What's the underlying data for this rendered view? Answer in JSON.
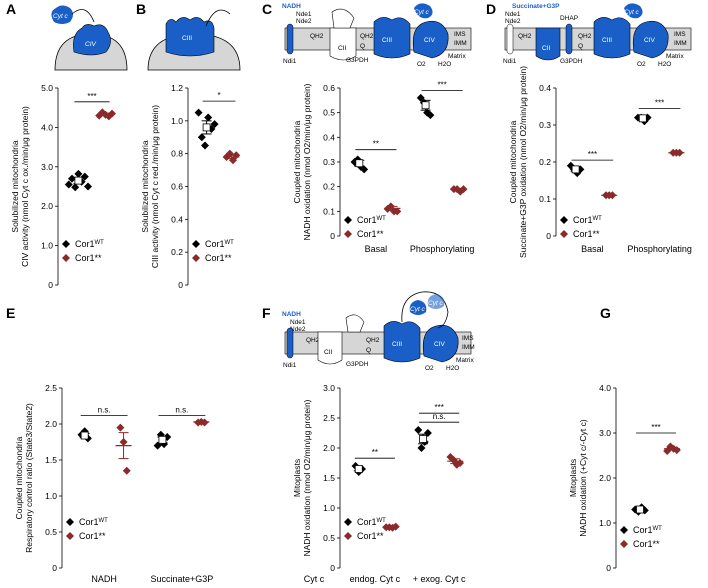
{
  "colors": {
    "wt": "#000000",
    "mut": "#8b2a2a",
    "blue": "#1a5fc8",
    "membrane": "#d6d6d6"
  },
  "chart_data": [
    {
      "id": "A",
      "type": "scatter",
      "ylabel_lines": [
        "Solubilized mitochondria",
        "CIV activity (nmol Cyt c ox./min/μg protein)"
      ],
      "ylim": [
        0,
        5
      ],
      "yticks": [
        "0",
        "1.0",
        "2.0",
        "3.0",
        "4.0",
        "5.0"
      ],
      "categories": [
        ""
      ],
      "series": [
        {
          "name": "Cor1WT",
          "x": [
            0
          ],
          "values": [
            [
              2.55,
              2.7,
              2.48,
              2.82,
              2.62,
              2.75,
              2.5
            ]
          ],
          "mean": [
            2.65
          ],
          "sem": [
            0.08
          ]
        },
        {
          "name": "Cor1**",
          "x": [
            1
          ],
          "values": [
            [
              4.3,
              4.38,
              4.32,
              4.28,
              4.35
            ]
          ],
          "mean": [
            4.33
          ],
          "sem": [
            0.03
          ]
        }
      ],
      "sig": [
        {
          "text": "***",
          "x1": 0,
          "x2": 1,
          "y": 4.65
        }
      ]
    },
    {
      "id": "B",
      "type": "scatter",
      "ylabel_lines": [
        "Solubilized mitochondria",
        "CIII activity (nmol Cyt c red./min/μg protein)"
      ],
      "ylim": [
        0,
        1.2
      ],
      "yticks": [
        "0",
        "0.2",
        "0.4",
        "0.6",
        "0.8",
        "1.0",
        "1.2"
      ],
      "categories": [
        ""
      ],
      "series": [
        {
          "name": "Cor1WT",
          "x": [
            0
          ],
          "values": [
            [
              1.05,
              0.9,
              0.85,
              1.02,
              0.95,
              0.98
            ]
          ],
          "mean": [
            0.96
          ],
          "sem": [
            0.04
          ]
        },
        {
          "name": "Cor1**",
          "x": [
            1
          ],
          "values": [
            [
              0.78,
              0.8,
              0.76,
              0.79
            ]
          ],
          "mean": [
            0.78
          ],
          "sem": [
            0.01
          ]
        }
      ],
      "sig": [
        {
          "text": "*",
          "x1": 0,
          "x2": 1,
          "y": 1.12
        }
      ]
    },
    {
      "id": "C",
      "type": "scatter",
      "ylabel_lines": [
        "Coupled mitochondria",
        "NADH oxidation (nmol O2/min/μg protein)"
      ],
      "ylim": [
        0,
        0.6
      ],
      "yticks": [
        "0",
        "0.1",
        "0.2",
        "0.3",
        "0.4",
        "0.5",
        "0.6"
      ],
      "categories": [
        "Basal",
        "Phosphorylating"
      ],
      "series": [
        {
          "name": "Cor1WT",
          "x": [
            0,
            2
          ],
          "values": [
            [
              0.3,
              0.31,
              0.28,
              0.27
            ],
            [
              0.56,
              0.54,
              0.5,
              0.49
            ]
          ],
          "mean": [
            0.295,
            0.53
          ],
          "sem": [
            0.012,
            0.02
          ]
        },
        {
          "name": "Cor1**",
          "x": [
            1,
            3
          ],
          "values": [
            [
              0.11,
              0.12,
              0.1,
              0.1
            ],
            [
              0.19,
              0.19,
              0.18,
              0.19
            ]
          ],
          "mean": [
            0.112,
            0.188
          ],
          "sem": [
            0.008,
            0.003
          ]
        }
      ],
      "sig": [
        {
          "text": "**",
          "x1": 0,
          "x2": 1,
          "y": 0.35
        },
        {
          "text": "***",
          "x1": 2,
          "x2": 3,
          "y": 0.59
        }
      ]
    },
    {
      "id": "D",
      "type": "scatter",
      "ylabel_lines": [
        "Coupled mitochondria",
        "Succinate+G3P oxidation (nmol O2/min/μg protein)"
      ],
      "ylim": [
        0,
        0.4
      ],
      "yticks": [
        "0",
        "0.1",
        "0.2",
        "0.3",
        "0.4"
      ],
      "categories": [
        "Basal",
        "Phosphorylating"
      ],
      "series": [
        {
          "name": "Cor1WT",
          "x": [
            0,
            2
          ],
          "values": [
            [
              0.19,
              0.18,
              0.17,
              0.18
            ],
            [
              0.32,
              0.32,
              0.31,
              0.32
            ]
          ],
          "mean": [
            0.18,
            0.318
          ],
          "sem": [
            0.005,
            0.003
          ]
        },
        {
          "name": "Cor1**",
          "x": [
            1,
            3
          ],
          "values": [
            [
              0.11,
              0.11,
              0.11
            ],
            [
              0.225,
              0.225,
              0.225
            ]
          ],
          "mean": [
            0.11,
            0.225
          ],
          "sem": [
            0.002,
            0.002
          ]
        }
      ],
      "sig": [
        {
          "text": "***",
          "x1": 0,
          "x2": 1,
          "y": 0.205
        },
        {
          "text": "***",
          "x1": 2,
          "x2": 3,
          "y": 0.345
        }
      ]
    },
    {
      "id": "E",
      "type": "scatter",
      "ylabel_lines": [
        "Coupled mitochondria",
        "Respiratory control ratio (State3/State2)"
      ],
      "ylim": [
        0,
        2.5
      ],
      "yticks": [
        "0",
        "0.5",
        "1.0",
        "1.5",
        "2.0",
        "2.5"
      ],
      "categories": [
        "NADH",
        "Succinate+G3P"
      ],
      "series": [
        {
          "name": "Cor1WT",
          "x": [
            0,
            2
          ],
          "values": [
            [
              1.85,
              1.9,
              1.8
            ],
            [
              1.7,
              1.85,
              1.72,
              1.82
            ]
          ],
          "mean": [
            1.84,
            1.78
          ],
          "sem": [
            0.03,
            0.04
          ]
        },
        {
          "name": "Cor1**",
          "x": [
            1,
            3
          ],
          "values": [
            [
              1.95,
              1.75,
              1.35
            ],
            [
              2.02,
              2.03,
              2.02
            ]
          ],
          "mean": [
            1.7,
            2.03
          ],
          "sem": [
            0.18,
            0.01
          ]
        }
      ],
      "sig": [
        {
          "text": "n.s.",
          "x1": 0,
          "x2": 1,
          "y": 2.12
        },
        {
          "text": "n.s.",
          "x1": 2,
          "x2": 3,
          "y": 2.12
        }
      ]
    },
    {
      "id": "F",
      "type": "scatter",
      "ylabel_lines": [
        "Mitoplasts",
        "NADH oxidation (nmol O2/min/μg protein)"
      ],
      "ylim": [
        0,
        3.0
      ],
      "yticks": [
        "0",
        "0.5",
        "1.0",
        "1.5",
        "2.0",
        "2.5",
        "3.0"
      ],
      "categories": [
        "endog. Cyt c",
        "+ exog. Cyt c"
      ],
      "cat_prefix": "Cyt c",
      "series": [
        {
          "name": "Cor1WT",
          "x": [
            0,
            2
          ],
          "values": [
            [
              1.7,
              1.6,
              1.65
            ],
            [
              2.3,
              2.0,
              2.1,
              2.25
            ]
          ],
          "mean": [
            1.65,
            2.15
          ],
          "sem": [
            0.03,
            0.08
          ]
        },
        {
          "name": "Cor1**",
          "x": [
            1,
            3
          ],
          "values": [
            [
              0.68,
              0.68,
              0.67,
              0.69
            ],
            [
              1.85,
              1.8,
              1.72,
              1.75
            ]
          ],
          "mean": [
            0.68,
            1.78
          ],
          "sem": [
            0.005,
            0.04
          ]
        }
      ],
      "sig": [
        {
          "text": "**",
          "x1": 0,
          "x2": 1,
          "y": 1.83
        },
        {
          "text": "***",
          "x1": 2,
          "x2": 3,
          "y": 2.58
        },
        {
          "text": "n.s.",
          "x1": 2,
          "x2": 3,
          "y": 2.43
        }
      ]
    },
    {
      "id": "G",
      "type": "scatter",
      "ylabel_lines": [
        "Mitoplasts",
        "NADH oxidation (+Cyt c/-Cyt c)"
      ],
      "ylim": [
        0,
        4.0
      ],
      "yticks": [
        "0",
        "1.0",
        "2.0",
        "3.0",
        "4.0"
      ],
      "categories": [
        ""
      ],
      "series": [
        {
          "name": "Cor1WT",
          "x": [
            0
          ],
          "values": [
            [
              1.3,
              1.25,
              1.35,
              1.28
            ]
          ],
          "mean": [
            1.3
          ],
          "sem": [
            0.03
          ]
        },
        {
          "name": "Cor1**",
          "x": [
            1
          ],
          "values": [
            [
              2.6,
              2.7,
              2.65,
              2.62
            ]
          ],
          "mean": [
            2.65
          ],
          "sem": [
            0.03
          ]
        }
      ],
      "sig": [
        {
          "text": "***",
          "x1": 0,
          "x2": 1,
          "y": 3.0
        }
      ]
    }
  ],
  "legend": {
    "wt_prefix": "Cor1",
    "wt_sup": "WT",
    "mut_label": "Cor1**"
  },
  "diagram": {
    "nadh": "NADH",
    "nde1": "Nde1",
    "nde2": "Nde2",
    "ndi1": "Ndi1",
    "qh2": "QH2",
    "q": "Q",
    "cii": "CII",
    "ciii": "CIII",
    "civ": "CIV",
    "g3pdh": "G3PDH",
    "cytc": "Cyt c",
    "ims": "IMS",
    "imm": "IMM",
    "matrix": "Matrix",
    "o2": "O2",
    "h2o": "H2O",
    "succ": "Succinate+G3P",
    "dhap": "DHAP"
  }
}
